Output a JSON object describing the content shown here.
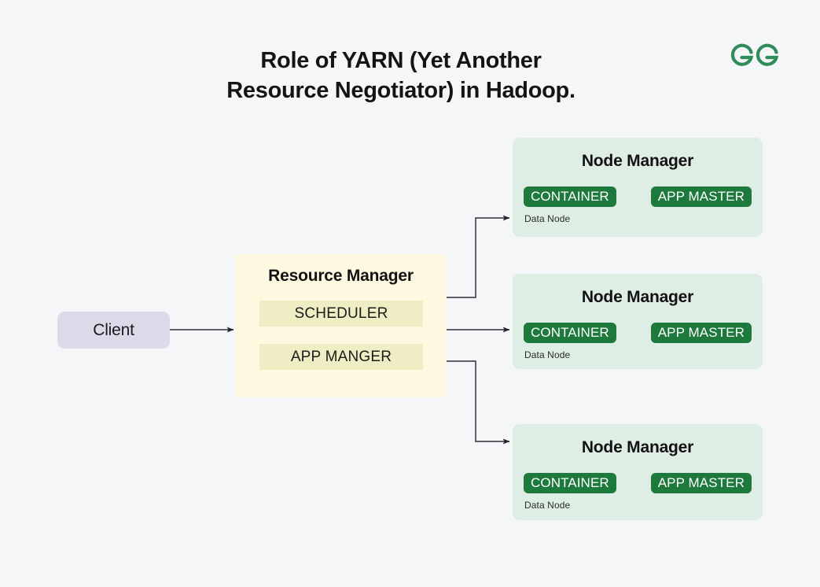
{
  "page": {
    "background_color": "#f4f6f8",
    "title_lines": [
      "Role of YARN (Yet Another",
      "Resource Negotiator) in Hadoop."
    ]
  },
  "logo": {
    "name": "geeksforgeeks-logo",
    "color": "#2f8d5b"
  },
  "client": {
    "label": "Client",
    "color": "#dcdae9"
  },
  "resource_manager": {
    "title": "Resource Manager",
    "color": "#fdf8e0",
    "components": [
      {
        "label": "SCHEDULER",
        "color": "#eeedc3"
      },
      {
        "label": "APP MANGER",
        "color": "#eeedc3"
      }
    ]
  },
  "node_managers": [
    {
      "title": "Node Manager",
      "color": "#dfeee4",
      "container_label": "CONTAINER",
      "app_master_label": "APP MASTER",
      "data_node_label": "Data Node",
      "pill_color": "#1d7a3c"
    },
    {
      "title": "Node Manager",
      "color": "#dfeee4",
      "container_label": "CONTAINER",
      "app_master_label": "APP MASTER",
      "data_node_label": "Data Node",
      "pill_color": "#1d7a3c"
    },
    {
      "title": "Node Manager",
      "color": "#dfeee4",
      "container_label": "CONTAINER",
      "app_master_label": "APP MASTER",
      "data_node_label": "Data Node",
      "pill_color": "#1d7a3c"
    }
  ],
  "connectors": {
    "color": "#4a4a55",
    "edges": [
      {
        "from": "client",
        "to": "resource-manager",
        "shape": "straight"
      },
      {
        "from": "resource-manager",
        "to": "node-manager-1",
        "shape": "elbow-up"
      },
      {
        "from": "resource-manager",
        "to": "node-manager-2",
        "shape": "straight"
      },
      {
        "from": "resource-manager",
        "to": "node-manager-3",
        "shape": "elbow-down"
      }
    ]
  }
}
